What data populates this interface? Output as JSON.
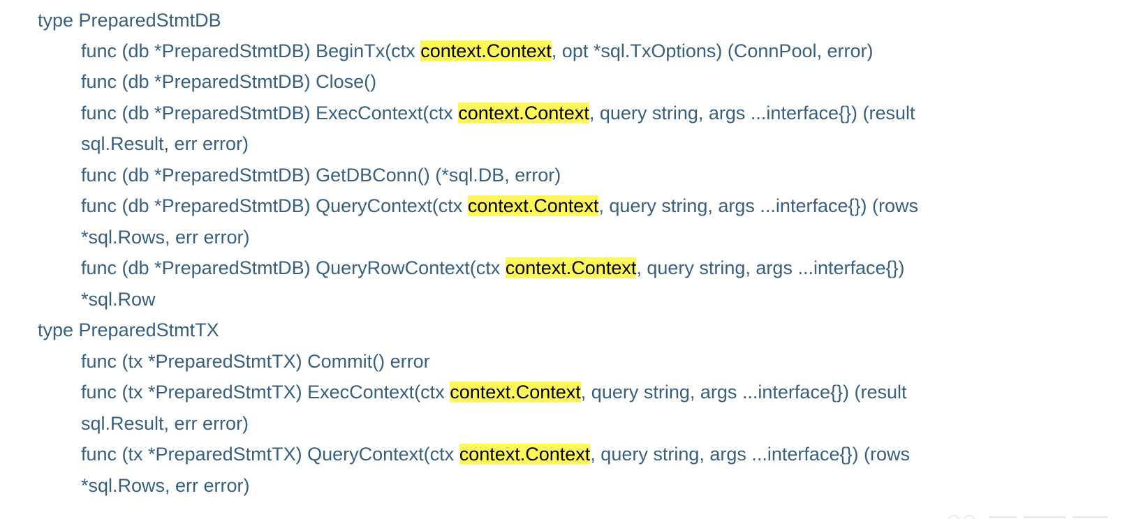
{
  "highlight": "context.Context",
  "colors": {
    "text": "#375f80",
    "highlight_bg": "#fff75a",
    "highlight_text": "#000000",
    "background": "#ffffff"
  },
  "types": [
    {
      "label": "type PreparedStmtDB",
      "methods": [
        {
          "pre": "func (db *PreparedStmtDB) BeginTx(ctx ",
          "post": ", opt *sql.TxOptions) (ConnPool, error)"
        },
        {
          "pre": "func (db *PreparedStmtDB) Close()"
        },
        {
          "pre": "func (db *PreparedStmtDB) ExecContext(ctx ",
          "post": ", query string, args ...interface{}) (result",
          "wrap": "sql.Result, err error)"
        },
        {
          "pre": "func (db *PreparedStmtDB) GetDBConn() (*sql.DB, error)"
        },
        {
          "pre": "func (db *PreparedStmtDB) QueryContext(ctx ",
          "post": ", query string, args ...interface{}) (rows",
          "wrap": "*sql.Rows, err error)"
        },
        {
          "pre": "func (db *PreparedStmtDB) QueryRowContext(ctx ",
          "post": ", query string, args ...interface{})",
          "wrap": "*sql.Row"
        }
      ]
    },
    {
      "label": "type PreparedStmtTX",
      "methods": [
        {
          "pre": "func (tx *PreparedStmtTX) Commit() error"
        },
        {
          "pre": "func (tx *PreparedStmtTX) ExecContext(ctx ",
          "post": ", query string, args ...interface{}) (result",
          "wrap": "sql.Result, err error)"
        },
        {
          "pre": "func (tx *PreparedStmtTX) QueryContext(ctx ",
          "post": ", query string, args ...interface{}) (rows",
          "wrap": "*sql.Rows, err error)"
        }
      ]
    }
  ]
}
